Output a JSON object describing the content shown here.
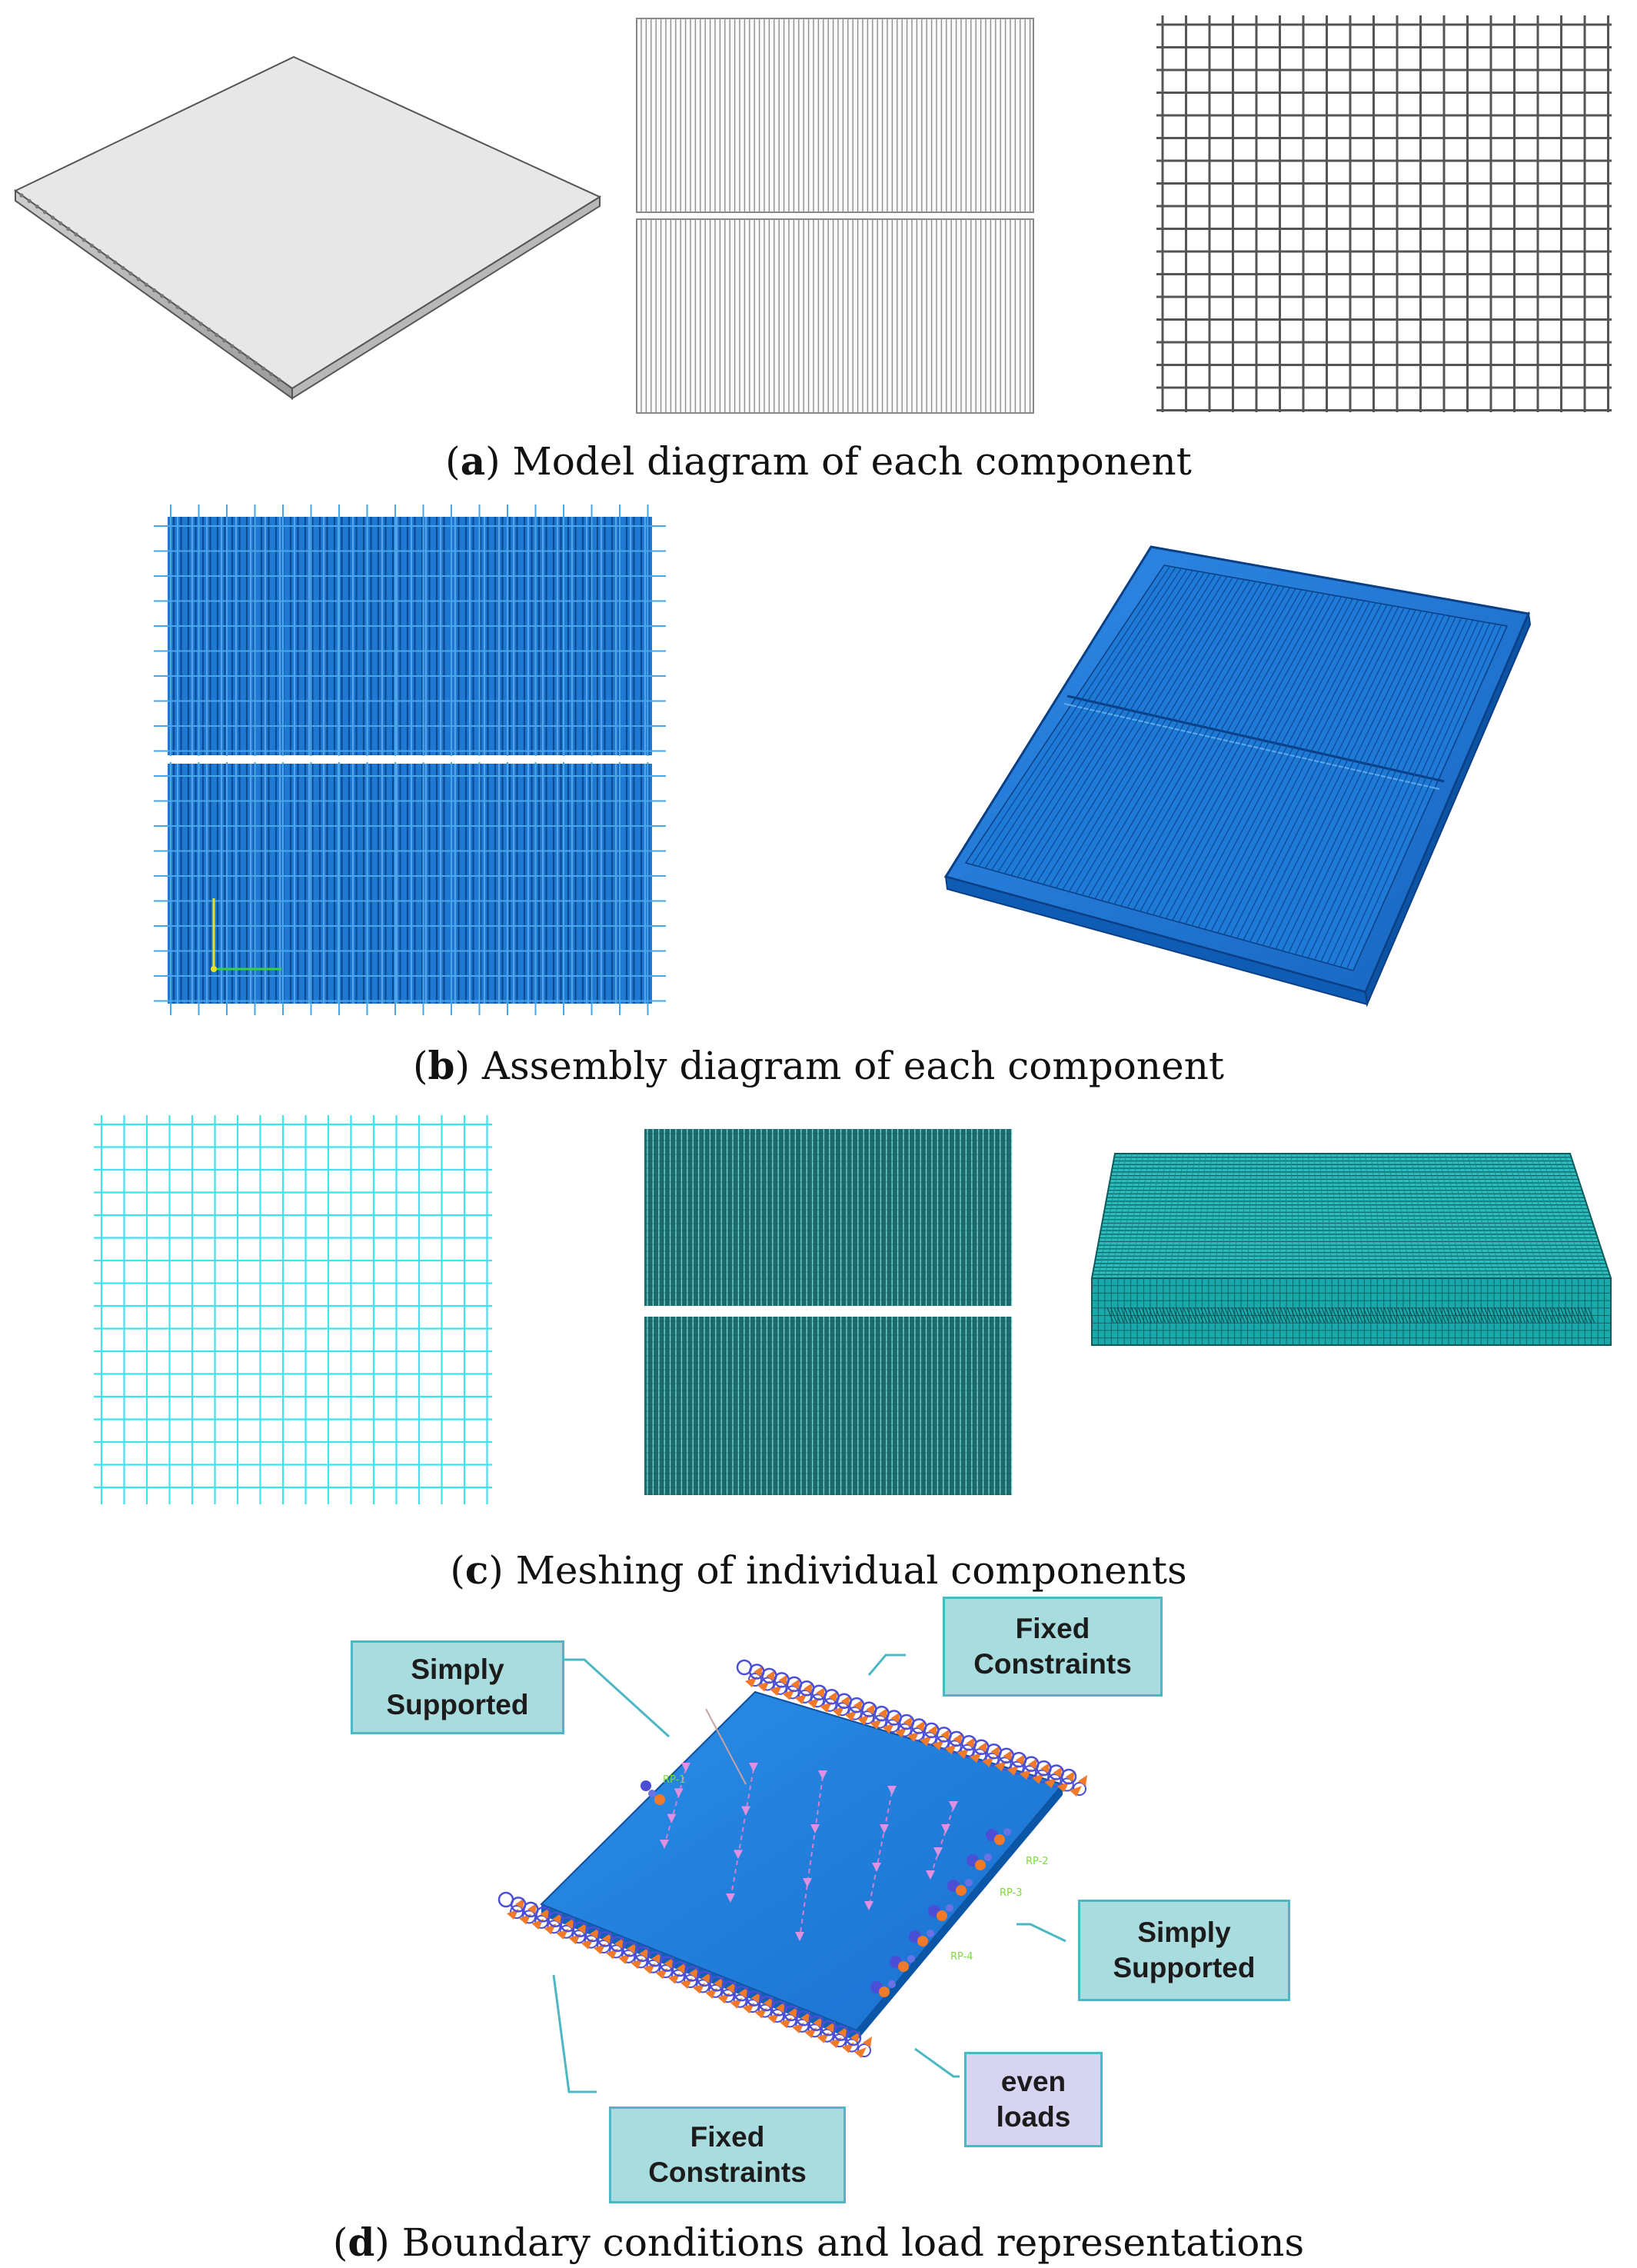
{
  "panels": {
    "a": {
      "letter": "a",
      "caption": "Model diagram of each component"
    },
    "b": {
      "letter": "b",
      "caption": "Assembly diagram of each component"
    },
    "c": {
      "letter": "c",
      "caption": "Meshing of individual components"
    },
    "d": {
      "letter": "d",
      "caption": "Boundary conditions and load representations"
    }
  },
  "callouts": {
    "simply_supported_left": {
      "line1": "Simply",
      "line2": "Supported"
    },
    "fixed_top": {
      "line1": "Fixed",
      "line2": "Constraints"
    },
    "simply_supported_right": {
      "line1": "Simply",
      "line2": "Supported"
    },
    "even_loads": {
      "line1": "even",
      "line2": "loads"
    },
    "fixed_bottom": {
      "line1": "Fixed",
      "line2": "Constraints"
    }
  },
  "reference_point_labels": [
    "RP-1",
    "RP-2",
    "RP-3",
    "RP-4"
  ],
  "colors": {
    "plate_gray": "#e6e6e6",
    "assembly_blue": "#1f78d1",
    "mesh_cyan": "#3fe3ec",
    "mesh_teal": "#1c6b6e",
    "callout_fill": "#a9dcdf",
    "callout_border": "#4cb8c4",
    "callout_violet": "#d6d4f0",
    "constraint_orange": "#f07a2a",
    "constraint_purple": "#4a4fd6"
  }
}
